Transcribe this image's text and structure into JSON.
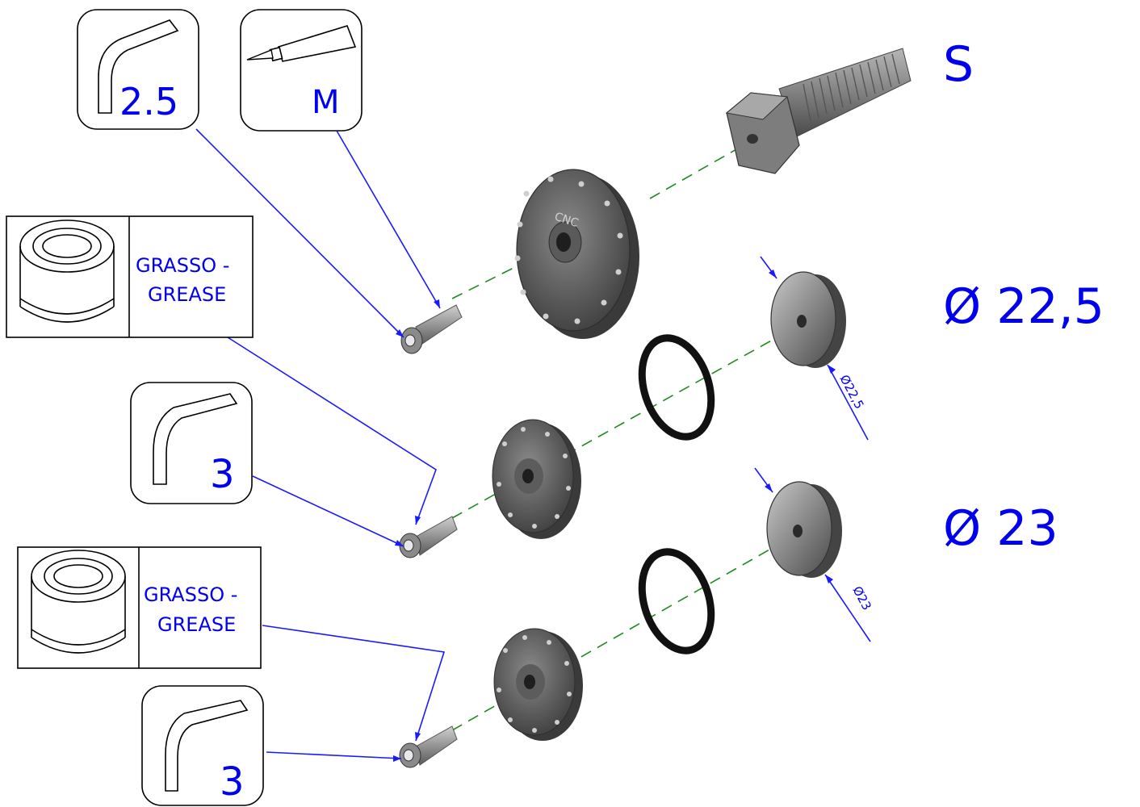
{
  "callouts": {
    "hex_key_small": "2.5",
    "threadlock": "M",
    "hex_key_mid": "3",
    "hex_key_low": "3",
    "grease_top_line1": "GRASSO -",
    "grease_top_line2": "GREASE",
    "grease_bottom_line1": "GRASSO -",
    "grease_bottom_line2": "GREASE"
  },
  "variants": {
    "top": "S",
    "middle": "Ø 22,5",
    "bottom": "Ø 23"
  },
  "dimensions": {
    "mid": "Ø22,5",
    "low": "Ø23"
  },
  "part_marking": "CNC",
  "colors": {
    "annotation": "#0000ee",
    "centerline": "#1f8a1f",
    "part_grey": "#6e6e6e"
  }
}
